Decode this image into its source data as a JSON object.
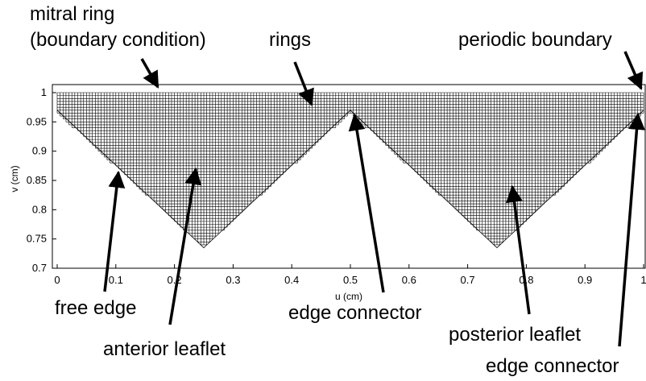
{
  "annotations": {
    "mitral_ring_line1": "mitral ring",
    "mitral_ring_line2": "(boundary condition)",
    "rings": "rings",
    "periodic_boundary": "periodic boundary",
    "free_edge": "free edge",
    "anterior_leaflet": "anterior leaflet",
    "edge_connector_center": "edge connector",
    "posterior_leaflet": "posterior leaflet",
    "edge_connector_right": "edge connector"
  },
  "chart_data": {
    "type": "mesh",
    "xlabel": "u (cm)",
    "ylabel": "v (cm)",
    "xlim": [
      0,
      1
    ],
    "ylim": [
      0.7,
      1
    ],
    "x_ticks": [
      "0",
      "0.1",
      "0.2",
      "0.3",
      "0.4",
      "0.5",
      "0.6",
      "0.7",
      "0.8",
      "0.9",
      "1"
    ],
    "y_ticks": [
      "0.7",
      "0.75",
      "0.8",
      "0.85",
      "0.9",
      "0.95",
      "1"
    ],
    "mesh_top_v": 1.0,
    "ring_band_bottom_v": 0.97,
    "leaflets": [
      {
        "name": "anterior leaflet",
        "u_left": 0.0,
        "u_center": 0.25,
        "u_right": 0.5,
        "tip_v": 0.735
      },
      {
        "name": "posterior leaflet",
        "u_left": 0.5,
        "u_center": 0.75,
        "u_right": 1.0,
        "tip_v": 0.735
      }
    ]
  }
}
